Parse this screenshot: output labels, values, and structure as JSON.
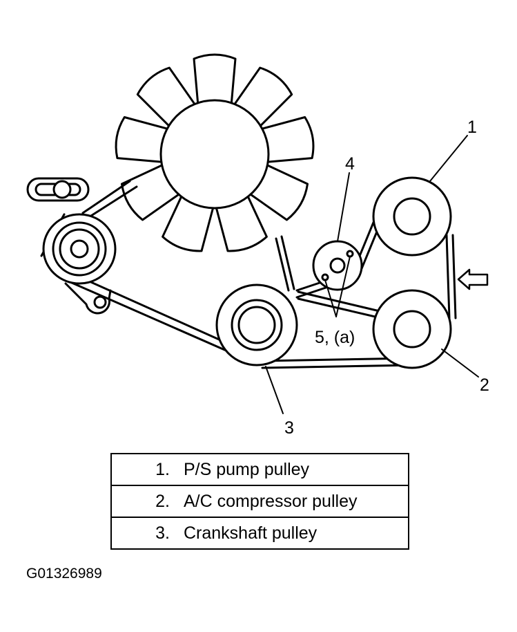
{
  "callouts": {
    "c1": "1",
    "c2": "2",
    "c3": "3",
    "c4": "4",
    "c5": "5, (a)"
  },
  "legend": [
    {
      "num": "1.",
      "label": "P/S pump pulley"
    },
    {
      "num": "2.",
      "label": "A/C compressor pulley"
    },
    {
      "num": "3.",
      "label": "Crankshaft pulley"
    }
  ],
  "figure_id": "G01326989"
}
